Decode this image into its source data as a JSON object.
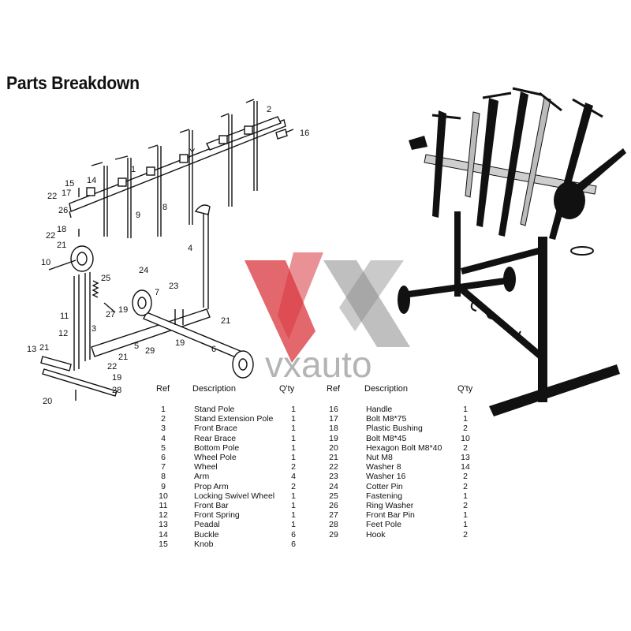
{
  "title": "Parts Breakdown",
  "watermark": {
    "text": "vxauto",
    "colors": {
      "red": "#d9363e",
      "gray": "#8a8a8a"
    }
  },
  "callouts": [
    "2",
    "16",
    "1",
    "Y",
    "14",
    "15",
    "22",
    "17",
    "26",
    "9",
    "8",
    "18",
    "22",
    "21",
    "4",
    "10",
    "25",
    "24",
    "23",
    "7",
    "19",
    "27",
    "11",
    "3",
    "12",
    "21",
    "21",
    "5",
    "19",
    "13",
    "21",
    "22",
    "29",
    "6",
    "19",
    "28",
    "20"
  ],
  "table_headers": {
    "ref": "Ref",
    "description": "Description",
    "qty": "Q'ty"
  },
  "parts_left": [
    {
      "ref": "1",
      "description": "Stand Pole",
      "qty": "1"
    },
    {
      "ref": "2",
      "description": "Stand Extension Pole",
      "qty": "1"
    },
    {
      "ref": "3",
      "description": "Front Brace",
      "qty": "1"
    },
    {
      "ref": "4",
      "description": "Rear Brace",
      "qty": "1"
    },
    {
      "ref": "5",
      "description": "Bottom Pole",
      "qty": "1"
    },
    {
      "ref": "6",
      "description": "Wheel Pole",
      "qty": "1"
    },
    {
      "ref": "7",
      "description": "Wheel",
      "qty": "2"
    },
    {
      "ref": "8",
      "description": "Arm",
      "qty": "4"
    },
    {
      "ref": "9",
      "description": "Prop Arm",
      "qty": "2"
    },
    {
      "ref": "10",
      "description": "Locking Swivel Wheel",
      "qty": "1"
    },
    {
      "ref": "11",
      "description": "Front Bar",
      "qty": "1"
    },
    {
      "ref": "12",
      "description": "Front Spring",
      "qty": "1"
    },
    {
      "ref": "13",
      "description": "Peadal",
      "qty": "1"
    },
    {
      "ref": "14",
      "description": "Buckle",
      "qty": "6"
    },
    {
      "ref": "15",
      "description": "Knob",
      "qty": "6"
    }
  ],
  "parts_right": [
    {
      "ref": "16",
      "description": "Handle",
      "qty": "1"
    },
    {
      "ref": "17",
      "description": "Bolt M8*75",
      "qty": "1"
    },
    {
      "ref": "18",
      "description": "Plastic Bushing",
      "qty": "2"
    },
    {
      "ref": "19",
      "description": "Bolt M8*45",
      "qty": "10"
    },
    {
      "ref": "20",
      "description": "Hexagon Bolt M8*40",
      "qty": "2"
    },
    {
      "ref": "21",
      "description": "Nut M8",
      "qty": "13"
    },
    {
      "ref": "22",
      "description": "Washer 8",
      "qty": "14"
    },
    {
      "ref": "23",
      "description": "Washer 16",
      "qty": "2"
    },
    {
      "ref": "24",
      "description": "Cotter Pin",
      "qty": "2"
    },
    {
      "ref": "25",
      "description": "Fastening",
      "qty": "1"
    },
    {
      "ref": "26",
      "description": "Ring Washer",
      "qty": "2"
    },
    {
      "ref": "27",
      "description": "Front Bar Pin",
      "qty": "1"
    },
    {
      "ref": "28",
      "description": "Feet Pole",
      "qty": "1"
    },
    {
      "ref": "29",
      "description": "Hook",
      "qty": "2"
    }
  ]
}
